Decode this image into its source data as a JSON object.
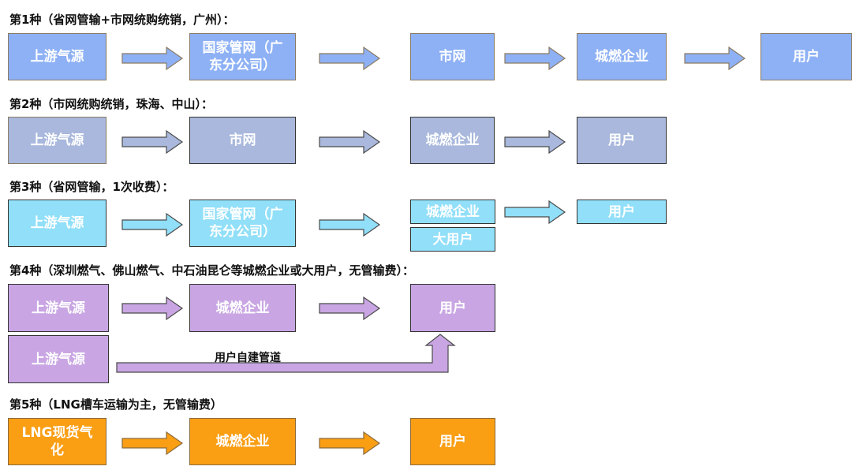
{
  "colors": {
    "row1": "#8eb1f5",
    "row2": "#a9b8dc",
    "row3": "#91dff8",
    "row4": "#c9a6e3",
    "row5": "#fa9e14"
  },
  "rows": [
    {
      "title": "第1种（省网管输+市网统购统销，广州）：",
      "nodes": [
        "上游气源",
        "国家管网（广东分公司）",
        "市网",
        "城燃企业",
        "用户"
      ]
    },
    {
      "title": "第2种（市网统购统销，珠海、中山）：",
      "nodes": [
        "上游气源",
        "市网",
        "城燃企业",
        "用户"
      ]
    },
    {
      "title": "第3种（省网管输，1次收费）：",
      "nodes": [
        "上游气源",
        "国家管网（广东分公司）",
        "城燃企业",
        "大用户",
        "用户"
      ]
    },
    {
      "title": "第4种（深圳燃气、佛山燃气、中石油昆仑等城燃企业或大用户，无管输费）：",
      "nodes": [
        "上游气源",
        "城燃企业",
        "用户",
        "上游气源"
      ],
      "pipe_label": "用户自建管道"
    },
    {
      "title": "第5种（LNG槽车运输为主，无管输费）",
      "nodes": [
        "LNG现货气化",
        "城燃企业",
        "用户"
      ]
    }
  ]
}
